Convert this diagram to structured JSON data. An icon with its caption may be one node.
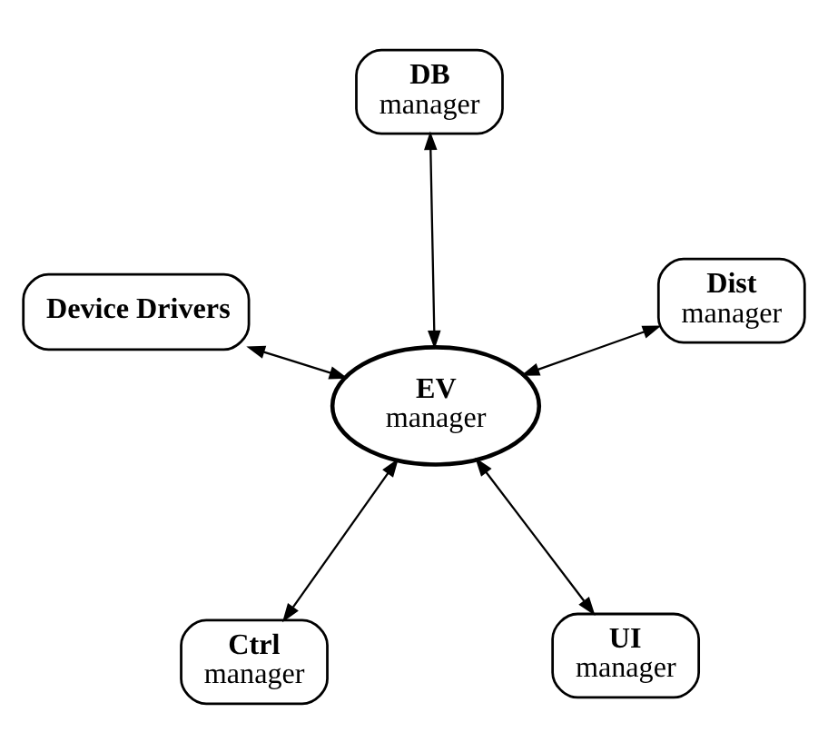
{
  "diagram": {
    "nodes": [
      {
        "text": [
          "Ctrl",
          "manager"
        ]
      },
      {
        "text": [
          "UI",
          "manager"
        ]
      },
      {
        "text": [
          "EV",
          "manager"
        ]
      },
      {
        "text": [
          "DB",
          "manager"
        ]
      },
      {
        "text": [
          "Dist",
          "manager"
        ]
      },
      {
        "text": [
          "Device Drivers"
        ]
      }
    ],
    "edges": [
      {
        "from": 2,
        "to": 0,
        "arrow": "both"
      },
      {
        "from": 2,
        "to": 1,
        "arrow": "both"
      },
      {
        "from": 2,
        "to": 3,
        "arrow": "both"
      },
      {
        "from": 2,
        "to": 4,
        "arrow": "both"
      },
      {
        "from": 2,
        "to": 5,
        "arrow": "both"
      }
    ]
  }
}
